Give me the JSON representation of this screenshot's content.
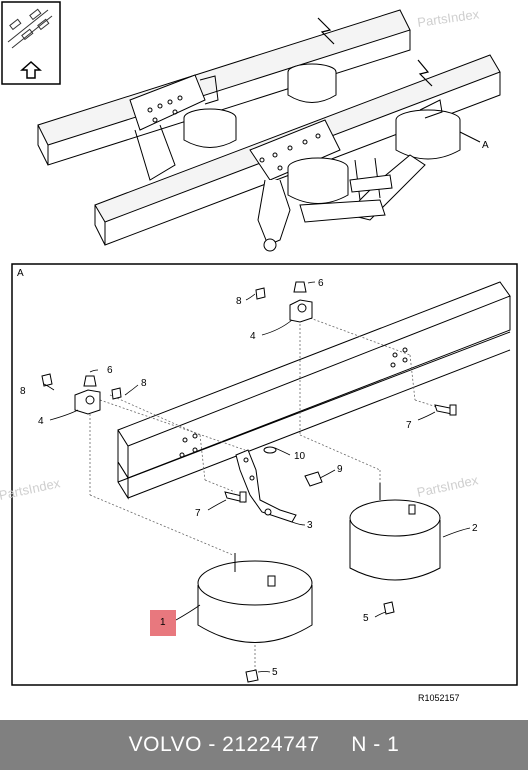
{
  "watermark": "PartsIndex",
  "detail_view_label": "A",
  "overview_callout": "A",
  "reference_number": "R1052157",
  "callouts": {
    "c1": "1",
    "c2": "2",
    "c3": "3",
    "c4a": "4",
    "c4b": "4",
    "c5a": "5",
    "c5b": "5",
    "c6a": "6",
    "c6b": "6",
    "c7a": "7",
    "c7b": "7",
    "c8a": "8",
    "c8b": "8",
    "c8c": "8",
    "c9": "9",
    "c10": "10"
  },
  "footer": {
    "brand": "VOLVO",
    "separator": "-",
    "part_number": "21224747",
    "position": "N - 1"
  },
  "colors": {
    "highlight": "#e8787e",
    "footer_bg": "#808080"
  }
}
